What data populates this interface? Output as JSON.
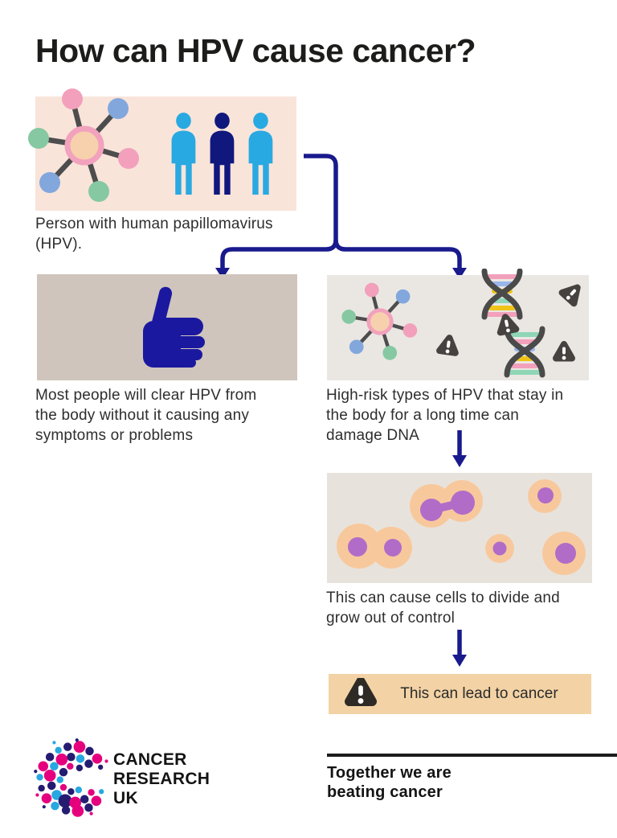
{
  "title": "How can HPV cause cancer?",
  "flow": {
    "step1_caption": "Person with human papillomavirus (HPV).",
    "step2a_caption": "Most people will clear HPV from the body without it causing any symptoms or problems",
    "step2b_caption": "High-risk types of HPV that stay in the body for a long time can damage DNA",
    "step3_caption": "This can cause cells to divide and grow out of control",
    "final_label": "This can lead to cancer"
  },
  "footer": {
    "brand_line1": "CANCER",
    "brand_line2": "RESEARCH",
    "brand_line3": "UK",
    "tagline_line1": "Together we are",
    "tagline_line2": "beating cancer"
  },
  "icons": {
    "virus": "hpv-virus-icon",
    "people": "three-people-icon",
    "thumbs_up": "thumbs-up-icon",
    "dna": "dna-helix-icon",
    "warning": "warning-triangle-icon",
    "cells": "dividing-cells-icon",
    "branch_arrow": "branch-arrow",
    "down_arrow": "down-arrow",
    "logo": "cancer-research-uk-logo"
  },
  "colors": {
    "panel_person_bg": "#f9e4da",
    "panel_clear_bg": "#cfc5bc",
    "panel_damage_bg": "#eae7e3",
    "panel_cells_bg": "#e7e3dc",
    "banner_bg": "#f3d3a5",
    "arrow_navy": "#191a8c",
    "person_light_blue": "#29a9e1",
    "person_dark_navy": "#10187e",
    "thumb_navy": "#1b18a0",
    "virus_center": "#f7d0ae",
    "virus_ring": "#f2a2bd",
    "virus_pink": "#f2a0bc",
    "virus_blue": "#82a7dc",
    "virus_green": "#86c8a2",
    "dna_strand": "#4a4a4a",
    "warning_gray": "#454240",
    "cell_peach": "#f8c89d",
    "nucleus_purple": "#b16cc8",
    "logo_pink": "#e5007e",
    "logo_navy": "#251c72",
    "logo_blue": "#28a7e0"
  }
}
